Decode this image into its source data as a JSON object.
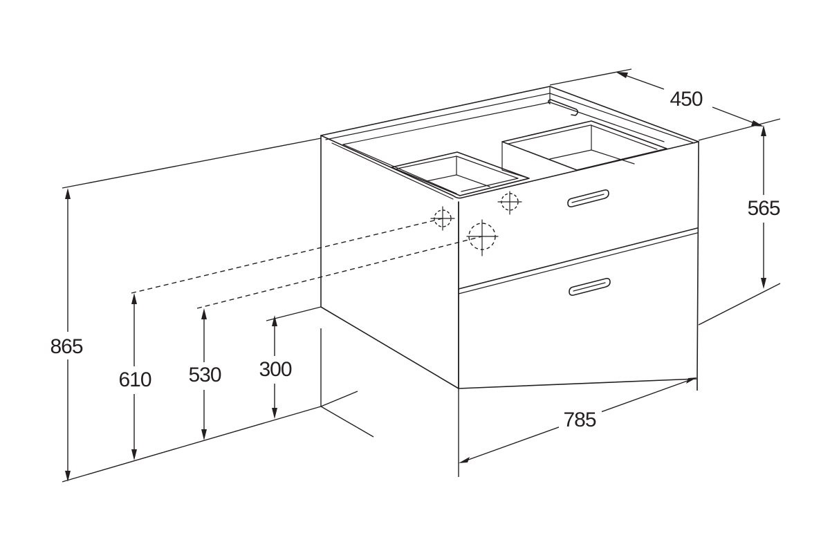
{
  "dimensions": {
    "depth": "450",
    "cabinet_height": "565",
    "total_height": "865",
    "drain_height": "610",
    "supply_height": "530",
    "wall_distance": "300",
    "width": "785"
  },
  "colors": {
    "line": "#231f20",
    "background": "#ffffff"
  }
}
